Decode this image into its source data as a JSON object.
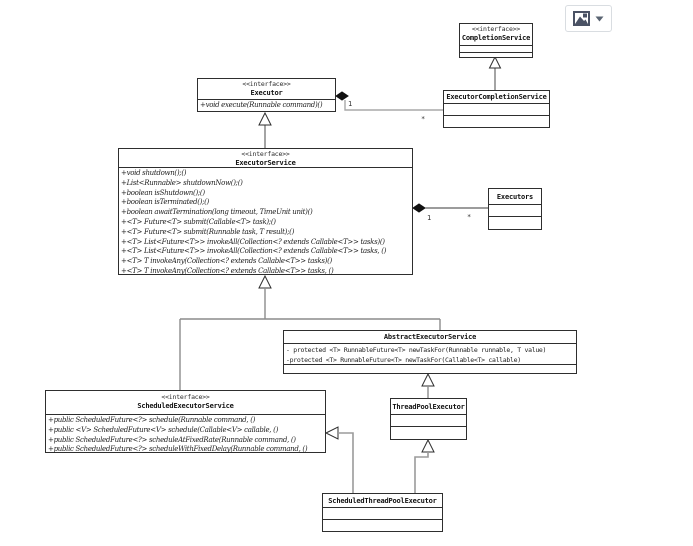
{
  "toolbar": {
    "image_button": {
      "icon": "image-icon",
      "caret": "caret-down-icon"
    }
  },
  "diagram": {
    "classes": {
      "completion_service": {
        "stereotype": "<<interface>>",
        "name": "CompletionService"
      },
      "executor_completion_service": {
        "name": "ExecutorCompletionService"
      },
      "executor": {
        "stereotype": "<<interface>>",
        "name": "Executor",
        "methods": [
          "+void execute(Runnable command)()"
        ]
      },
      "executor_service": {
        "stereotype": "<<interface>>",
        "name": "ExecutorService",
        "methods": [
          "+void shutdown();()",
          "+List<Runnable> shutdownNow();()",
          "+boolean isShutdown();()",
          "+boolean isTerminated();()",
          "+boolean awaitTermination(long timeout, TimeUnit unit)()",
          "+<T> Future<T> submit(Callable<T> task);()",
          "+<T> Future<T> submit(Runnable task, T result);()",
          "+<T> List<Future<T>> invokeAll(Collection<? extends Callable<T>> tasks)()",
          "+<T> List<Future<T>> invokeAll(Collection<? extends Callable<T>> tasks, ()",
          "+<T> T invokeAny(Collection<? extends Callable<T>> tasks)()",
          "+<T> T invokeAny(Collection<? extends Callable<T>> tasks, ()"
        ]
      },
      "executors": {
        "name": "Executors"
      },
      "abstract_executor_service": {
        "name": "AbstractExecutorService",
        "methods": [
          "- protected <T> RunnableFuture<T> newTaskFor(Runnable runnable, T value)",
          "-protected <T> RunnableFuture<T> newTaskFor(Callable<T> callable)"
        ]
      },
      "scheduled_executor_service": {
        "stereotype": "<<interface>>",
        "name": "ScheduledExecutorService",
        "methods": [
          "+public ScheduledFuture<?> schedule(Runnable command, ()",
          "+public <V> ScheduledFuture<V> schedule(Callable<V> callable, ()",
          "+public ScheduledFuture<?> scheduleAtFixedRate(Runnable command, ()",
          "+public ScheduledFuture<?> scheduleWithFixedDelay(Runnable command, ()"
        ]
      },
      "thread_pool_executor": {
        "name": "ThreadPoolExecutor"
      },
      "scheduled_thread_pool_executor": {
        "name": "ScheduledThreadPoolExecutor"
      }
    },
    "multiplicities": {
      "executor_to_completion": {
        "from": "1",
        "to": "*"
      },
      "executor_service_to_executors": {
        "from": "1",
        "to": "*"
      }
    }
  }
}
